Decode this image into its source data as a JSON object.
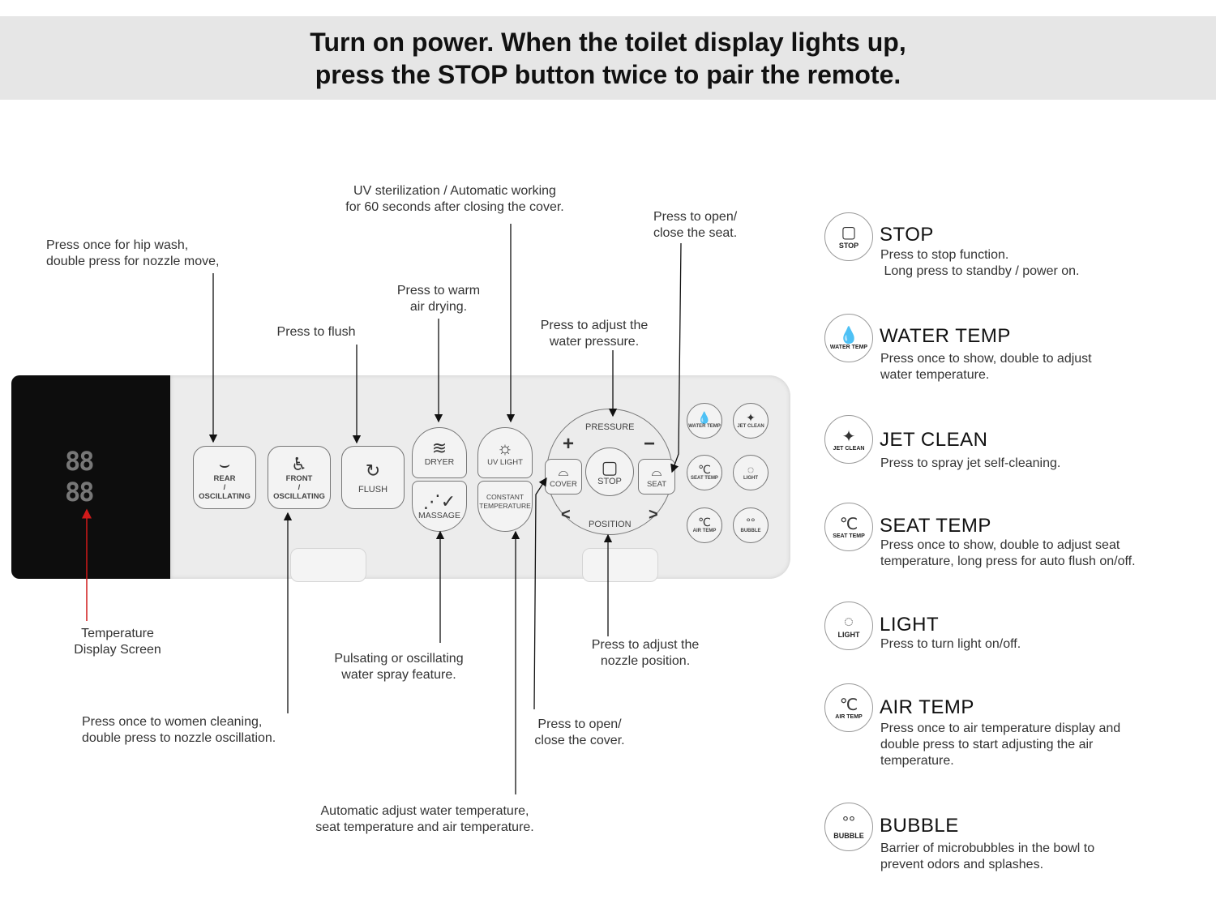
{
  "header": {
    "line1": "Turn on power. When the toilet display lights up,",
    "line2": "press the STOP button twice to pair the remote."
  },
  "remote": {
    "display": "88",
    "buttons": {
      "rear": [
        "REAR",
        "/",
        "OSCILLATING"
      ],
      "front": [
        "FRONT",
        "/",
        "OSCILLATING"
      ],
      "flush": "FLUSH",
      "dryer": "DRYER",
      "massage": "MASSAGE",
      "uv": "UV LIGHT",
      "constant": [
        "CONSTANT",
        "TEMPERATURE"
      ],
      "pressure": "PRESSURE",
      "plus": "+",
      "minus": "−",
      "cover": "COVER",
      "stop": "STOP",
      "seat": "SEAT",
      "position": "POSITION",
      "left": "<",
      "right": ">",
      "water_temp": "WATER TEMP",
      "jet_clean": "JET CLEAN",
      "seat_temp": "SEAT TEMP",
      "light": "LIGHT",
      "air_temp": "AIR TEMP",
      "bubble": "BUBBLE"
    }
  },
  "annotations": {
    "uv": [
      "UV sterilization / Automatic working",
      "for 60 seconds after closing the cover."
    ],
    "seat": [
      "Press to open/",
      "close the seat."
    ],
    "rear": [
      "Press once for hip wash,",
      "double press for nozzle move,"
    ],
    "dryer": [
      "Press to warm",
      "air drying."
    ],
    "flush": [
      "Press to flush"
    ],
    "pressure": [
      "Press to adjust the",
      "water pressure."
    ],
    "display": [
      "Temperature",
      "Display Screen"
    ],
    "massage": [
      "Pulsating or oscillating",
      "water spray feature."
    ],
    "position": [
      "Press to adjust the",
      "nozzle position."
    ],
    "front": [
      "Press once to women cleaning,",
      "double press to nozzle oscillation."
    ],
    "cover": [
      "Press to open/",
      "close the cover."
    ],
    "constant": [
      "Automatic adjust water temperature,",
      "seat temperature and air temperature."
    ]
  },
  "legend": [
    {
      "title": "STOP",
      "icon_label": "STOP",
      "desc": [
        "Press to stop function.",
        " Long press to standby / power on."
      ]
    },
    {
      "title": "WATER TEMP",
      "icon_label": "WATER TEMP",
      "desc": [
        "Press once to show, double to adjust",
        "water temperature."
      ]
    },
    {
      "title": "JET CLEAN",
      "icon_label": "JET CLEAN",
      "desc": [
        "Press to spray jet self-cleaning."
      ]
    },
    {
      "title": "SEAT TEMP",
      "icon_label": "SEAT TEMP",
      "desc": [
        "Press once to show, double to adjust seat",
        "temperature, long press for auto flush on/off."
      ]
    },
    {
      "title": "LIGHT",
      "icon_label": "LIGHT",
      "desc": [
        "Press to turn light on/off."
      ]
    },
    {
      "title": "AIR TEMP",
      "icon_label": "AIR TEMP",
      "desc": [
        "Press once to air temperature display and",
        "double press to start adjusting the air",
        "temperature."
      ]
    },
    {
      "title": "BUBBLE",
      "icon_label": "BUBBLE",
      "desc": [
        "Barrier of microbubbles in the bowl to",
        "prevent odors and splashes."
      ]
    }
  ],
  "colors": {
    "header_bg": "#e6e6e6",
    "arrow": "#111111",
    "display_arrow": "#d11a1a",
    "remote_dark": "#0d0d0d",
    "remote_light": "#ececec"
  }
}
